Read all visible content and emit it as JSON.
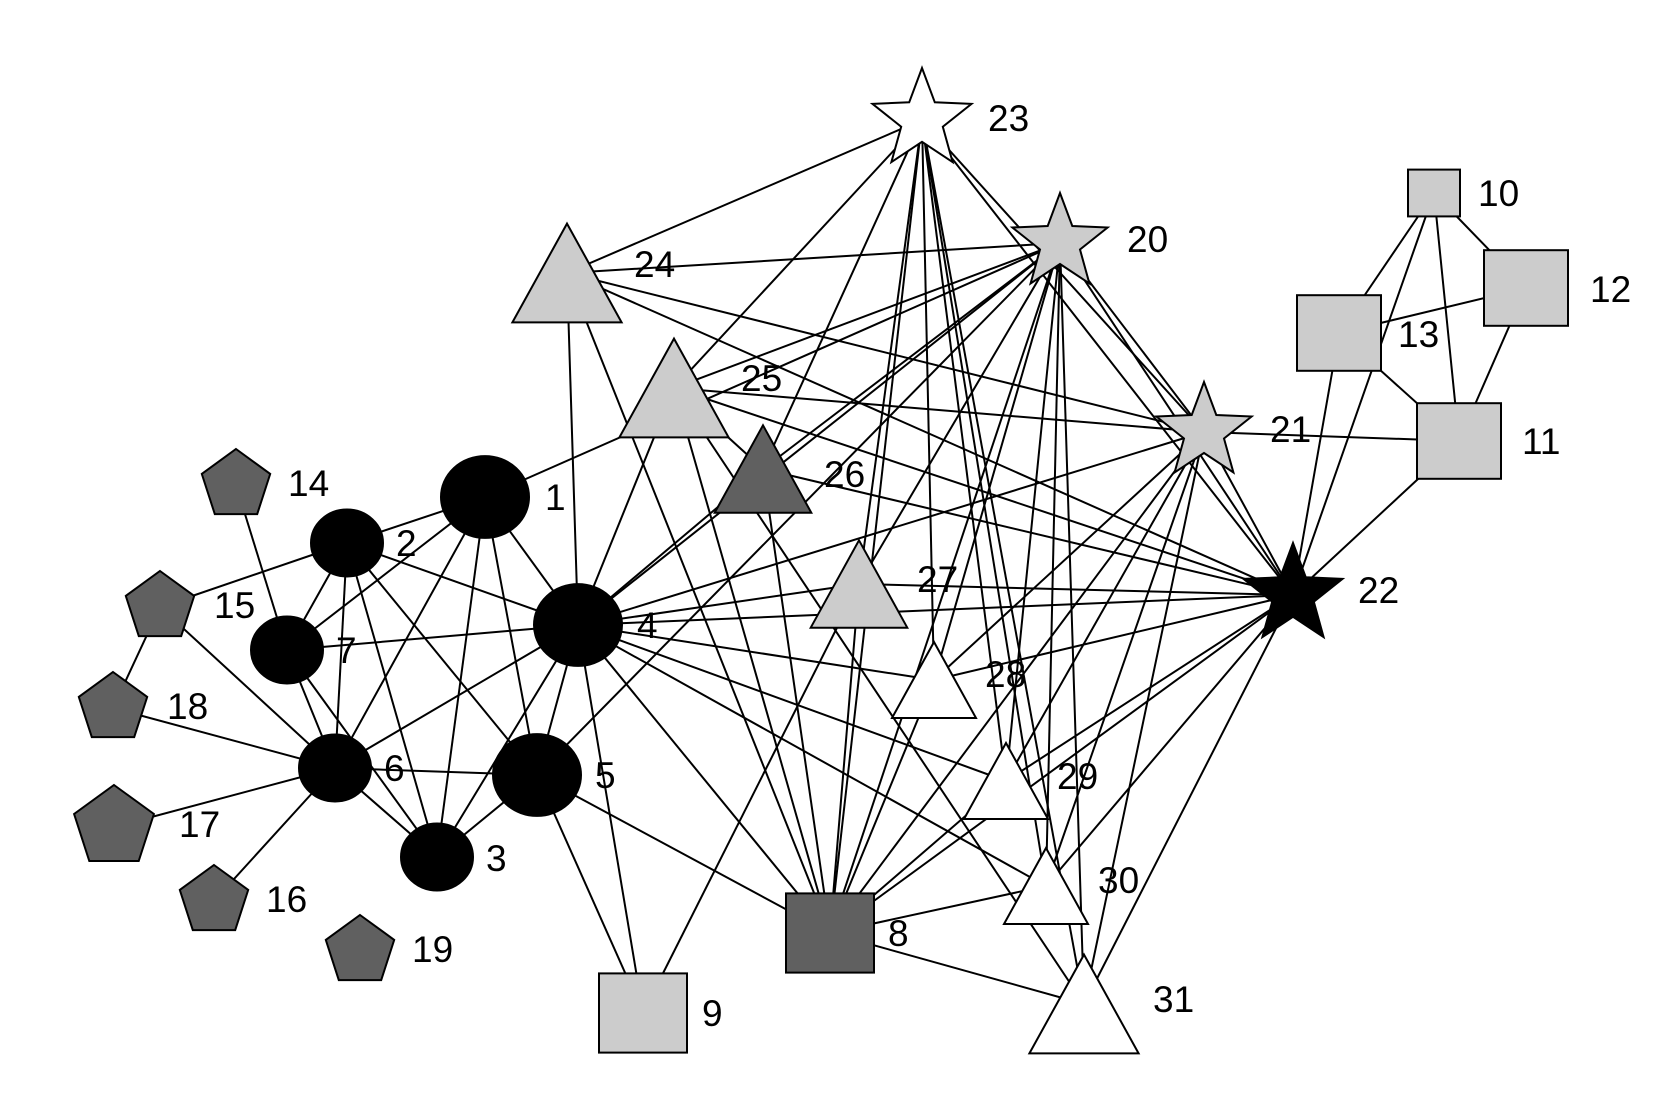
{
  "colors": {
    "black": "#000000",
    "dark": "#606060",
    "light": "#cccccc",
    "white": "#ffffff"
  },
  "nodes": [
    {
      "id": "1",
      "shape": "circle",
      "fill": "black"
    },
    {
      "id": "2",
      "shape": "circle",
      "fill": "black"
    },
    {
      "id": "3",
      "shape": "circle",
      "fill": "black"
    },
    {
      "id": "4",
      "shape": "circle",
      "fill": "black"
    },
    {
      "id": "5",
      "shape": "circle",
      "fill": "black"
    },
    {
      "id": "6",
      "shape": "circle",
      "fill": "black"
    },
    {
      "id": "7",
      "shape": "circle",
      "fill": "black"
    },
    {
      "id": "8",
      "shape": "square",
      "fill": "dark"
    },
    {
      "id": "9",
      "shape": "square",
      "fill": "light"
    },
    {
      "id": "10",
      "shape": "square",
      "fill": "light"
    },
    {
      "id": "11",
      "shape": "square",
      "fill": "light"
    },
    {
      "id": "12",
      "shape": "square",
      "fill": "light"
    },
    {
      "id": "13",
      "shape": "square",
      "fill": "light"
    },
    {
      "id": "14",
      "shape": "pentagon",
      "fill": "dark"
    },
    {
      "id": "15",
      "shape": "pentagon",
      "fill": "dark"
    },
    {
      "id": "16",
      "shape": "pentagon",
      "fill": "dark"
    },
    {
      "id": "17",
      "shape": "pentagon",
      "fill": "dark"
    },
    {
      "id": "18",
      "shape": "pentagon",
      "fill": "dark"
    },
    {
      "id": "19",
      "shape": "pentagon",
      "fill": "dark"
    },
    {
      "id": "20",
      "shape": "star",
      "fill": "light"
    },
    {
      "id": "21",
      "shape": "star",
      "fill": "light"
    },
    {
      "id": "22",
      "shape": "star",
      "fill": "black"
    },
    {
      "id": "23",
      "shape": "star",
      "fill": "white"
    },
    {
      "id": "24",
      "shape": "triangle",
      "fill": "light"
    },
    {
      "id": "25",
      "shape": "triangle",
      "fill": "light"
    },
    {
      "id": "26",
      "shape": "triangle",
      "fill": "dark"
    },
    {
      "id": "27",
      "shape": "triangle",
      "fill": "light"
    },
    {
      "id": "28",
      "shape": "triangle",
      "fill": "white"
    },
    {
      "id": "29",
      "shape": "triangle",
      "fill": "white"
    },
    {
      "id": "30",
      "shape": "triangle",
      "fill": "white"
    },
    {
      "id": "31",
      "shape": "triangle",
      "fill": "white"
    }
  ],
  "edges": [
    [
      "1",
      "2"
    ],
    [
      "1",
      "4"
    ],
    [
      "1",
      "5"
    ],
    [
      "1",
      "6"
    ],
    [
      "1",
      "7"
    ],
    [
      "1",
      "3"
    ],
    [
      "1",
      "20"
    ],
    [
      "2",
      "4"
    ],
    [
      "2",
      "6"
    ],
    [
      "2",
      "7"
    ],
    [
      "2",
      "3"
    ],
    [
      "2",
      "15"
    ],
    [
      "2",
      "5"
    ],
    [
      "7",
      "4"
    ],
    [
      "7",
      "6"
    ],
    [
      "7",
      "3"
    ],
    [
      "7",
      "14"
    ],
    [
      "6",
      "5"
    ],
    [
      "6",
      "3"
    ],
    [
      "6",
      "15"
    ],
    [
      "6",
      "18"
    ],
    [
      "6",
      "17"
    ],
    [
      "6",
      "16"
    ],
    [
      "6",
      "4"
    ],
    [
      "3",
      "5"
    ],
    [
      "3",
      "4"
    ],
    [
      "4",
      "5"
    ],
    [
      "4",
      "24"
    ],
    [
      "4",
      "25"
    ],
    [
      "4",
      "26"
    ],
    [
      "4",
      "20"
    ],
    [
      "4",
      "21"
    ],
    [
      "4",
      "22"
    ],
    [
      "4",
      "27"
    ],
    [
      "4",
      "28"
    ],
    [
      "4",
      "29"
    ],
    [
      "4",
      "8"
    ],
    [
      "4",
      "9"
    ],
    [
      "4",
      "30"
    ],
    [
      "5",
      "8"
    ],
    [
      "5",
      "9"
    ],
    [
      "5",
      "20"
    ],
    [
      "15",
      "18"
    ],
    [
      "24",
      "20"
    ],
    [
      "24",
      "21"
    ],
    [
      "24",
      "22"
    ],
    [
      "24",
      "23"
    ],
    [
      "24",
      "8"
    ],
    [
      "25",
      "20"
    ],
    [
      "25",
      "21"
    ],
    [
      "25",
      "22"
    ],
    [
      "25",
      "23"
    ],
    [
      "25",
      "8"
    ],
    [
      "25",
      "26"
    ],
    [
      "26",
      "20"
    ],
    [
      "26",
      "23"
    ],
    [
      "26",
      "22"
    ],
    [
      "26",
      "8"
    ],
    [
      "27",
      "20"
    ],
    [
      "27",
      "22"
    ],
    [
      "27",
      "23"
    ],
    [
      "27",
      "8"
    ],
    [
      "27",
      "9"
    ],
    [
      "28",
      "20"
    ],
    [
      "28",
      "21"
    ],
    [
      "28",
      "22"
    ],
    [
      "28",
      "23"
    ],
    [
      "28",
      "8"
    ],
    [
      "29",
      "20"
    ],
    [
      "29",
      "21"
    ],
    [
      "29",
      "22"
    ],
    [
      "29",
      "23"
    ],
    [
      "29",
      "8"
    ],
    [
      "30",
      "20"
    ],
    [
      "30",
      "21"
    ],
    [
      "30",
      "22"
    ],
    [
      "30",
      "23"
    ],
    [
      "30",
      "8"
    ],
    [
      "31",
      "20"
    ],
    [
      "31",
      "21"
    ],
    [
      "31",
      "22"
    ],
    [
      "31",
      "23"
    ],
    [
      "31",
      "8"
    ],
    [
      "31",
      "25"
    ],
    [
      "8",
      "20"
    ],
    [
      "8",
      "21"
    ],
    [
      "8",
      "22"
    ],
    [
      "8",
      "23"
    ],
    [
      "21",
      "11"
    ],
    [
      "21",
      "20"
    ],
    [
      "21",
      "23"
    ],
    [
      "22",
      "11"
    ],
    [
      "22",
      "13"
    ],
    [
      "22",
      "21"
    ],
    [
      "22",
      "20"
    ],
    [
      "22",
      "23"
    ],
    [
      "10",
      "13"
    ],
    [
      "10",
      "12"
    ],
    [
      "10",
      "11"
    ],
    [
      "10",
      "22"
    ],
    [
      "12",
      "13"
    ],
    [
      "12",
      "11"
    ],
    [
      "13",
      "11"
    ]
  ]
}
